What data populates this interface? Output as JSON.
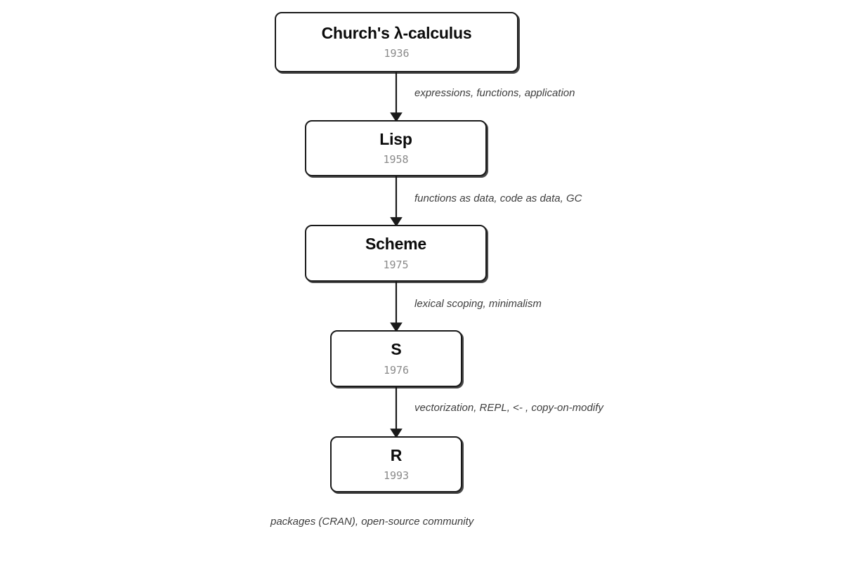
{
  "diagram": {
    "type": "flowchart",
    "orientation": "top-to-bottom",
    "background_color": "#ffffff",
    "node_border_color": "#1a1a1a",
    "node_fill_color": "#ffffff",
    "title_color": "#0b0b0b",
    "year_color": "#8a8a8a",
    "edge_label_color": "#3d3d3d",
    "edge_color": "#1a1a1a",
    "nodes": [
      {
        "id": "lambda",
        "title": "Church's λ-calculus",
        "year": "1936"
      },
      {
        "id": "lisp",
        "title": "Lisp",
        "year": "1958"
      },
      {
        "id": "scheme",
        "title": "Scheme",
        "year": "1975"
      },
      {
        "id": "s",
        "title": "S",
        "year": "1976"
      },
      {
        "id": "r",
        "title": "R",
        "year": "1993"
      }
    ],
    "edges": [
      {
        "from": "lambda",
        "to": "lisp",
        "label": "expressions, functions, application"
      },
      {
        "from": "lisp",
        "to": "scheme",
        "label": "functions as data, code as data, GC"
      },
      {
        "from": "scheme",
        "to": "s",
        "label": "lexical scoping, minimalism"
      },
      {
        "from": "s",
        "to": "r",
        "label": "vectorization, REPL, <- , copy-on-modify"
      }
    ],
    "footer_note": "packages (CRAN), open-source community"
  }
}
